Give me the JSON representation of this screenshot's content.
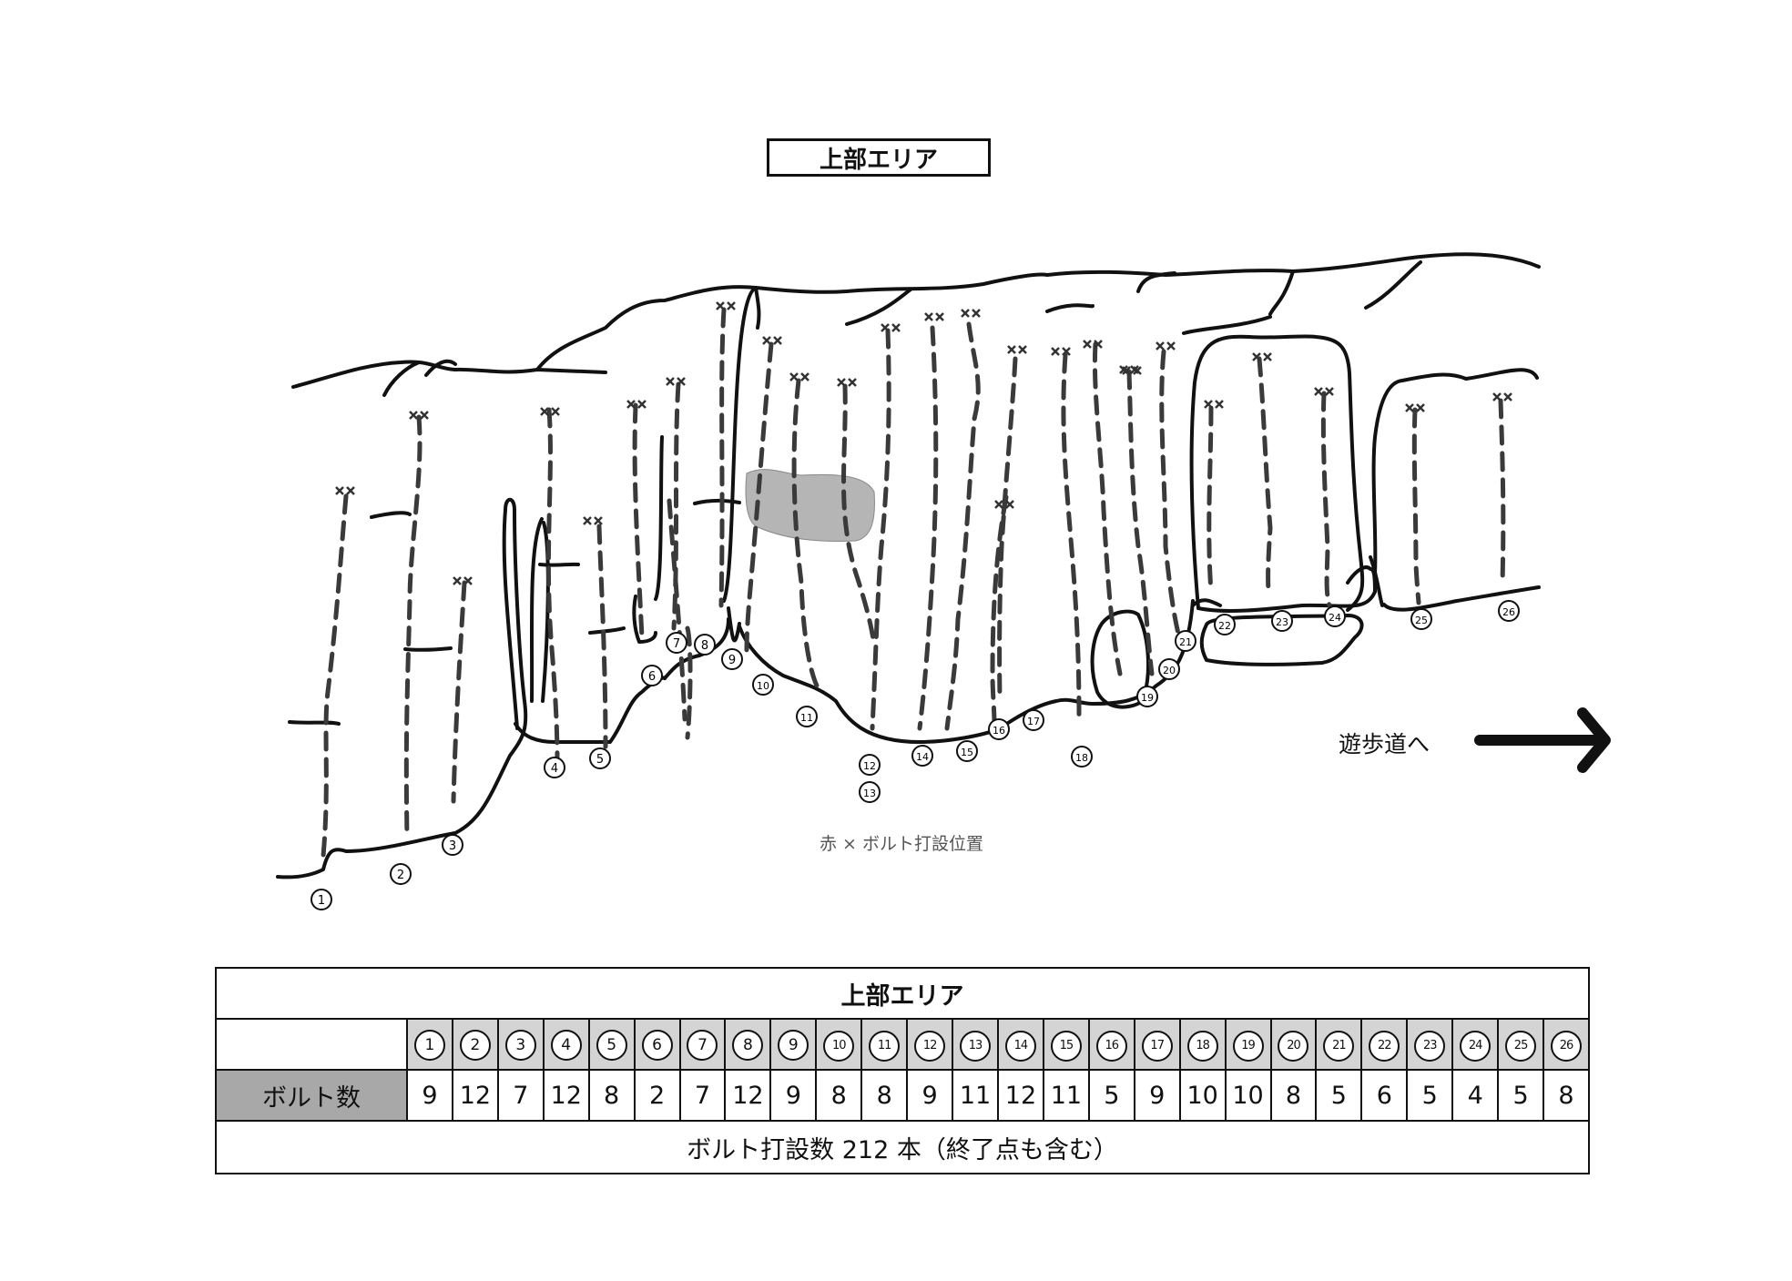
{
  "area_title": "上部エリア",
  "legend": "赤 × ボルト打設位置",
  "walkway": "遊歩道へ",
  "routes": [
    {
      "no": "1",
      "bolts": "9"
    },
    {
      "no": "2",
      "bolts": "12"
    },
    {
      "no": "3",
      "bolts": "7"
    },
    {
      "no": "4",
      "bolts": "12"
    },
    {
      "no": "5",
      "bolts": "8"
    },
    {
      "no": "6",
      "bolts": "2"
    },
    {
      "no": "7",
      "bolts": "7"
    },
    {
      "no": "8",
      "bolts": "12"
    },
    {
      "no": "9",
      "bolts": "9"
    },
    {
      "no": "10",
      "bolts": "8"
    },
    {
      "no": "11",
      "bolts": "8"
    },
    {
      "no": "12",
      "bolts": "9"
    },
    {
      "no": "13",
      "bolts": "11"
    },
    {
      "no": "14",
      "bolts": "12"
    },
    {
      "no": "15",
      "bolts": "11"
    },
    {
      "no": "16",
      "bolts": "5"
    },
    {
      "no": "17",
      "bolts": "9"
    },
    {
      "no": "18",
      "bolts": "10"
    },
    {
      "no": "19",
      "bolts": "10"
    },
    {
      "no": "20",
      "bolts": "8"
    },
    {
      "no": "21",
      "bolts": "5"
    },
    {
      "no": "22",
      "bolts": "6"
    },
    {
      "no": "23",
      "bolts": "5"
    },
    {
      "no": "24",
      "bolts": "4"
    },
    {
      "no": "25",
      "bolts": "5"
    },
    {
      "no": "26",
      "bolts": "8"
    }
  ],
  "table": {
    "title": "上部エリア",
    "row_label": "ボルト数",
    "total": "ボルト打設数 212 本（終了点も含む）"
  },
  "colors": {
    "line": "#111111",
    "bolt_line": "#3a3a3a",
    "shade": "#b5b5b5",
    "header_cell": "#d4d4d4",
    "label_cell": "#a8a8a8"
  },
  "icons": [
    "arrow-right-icon"
  ]
}
